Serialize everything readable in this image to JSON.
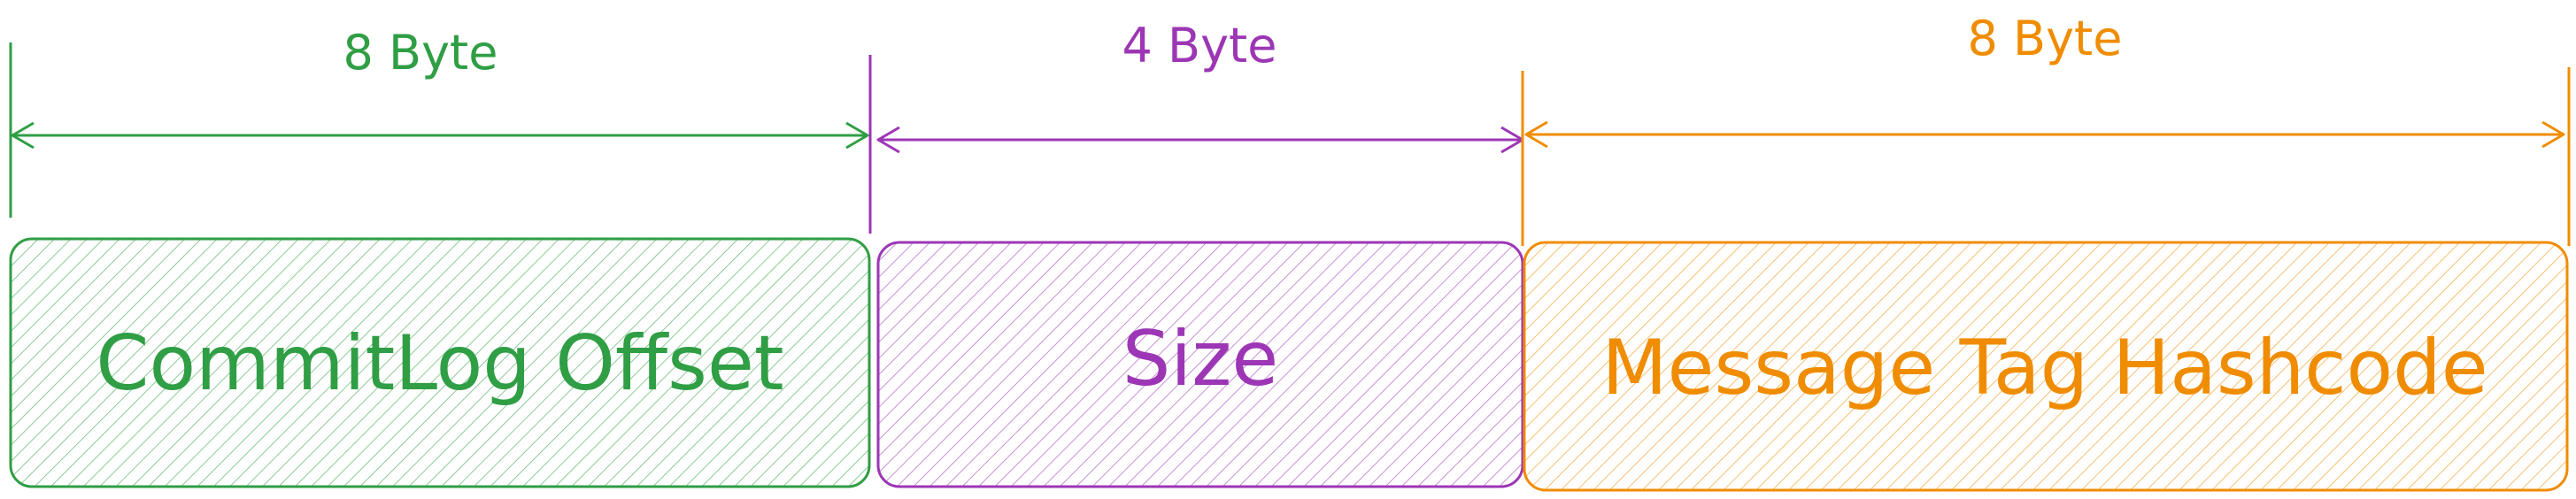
{
  "fields": [
    {
      "name": "CommitLog Offset",
      "size_label": "8 Byte",
      "bytes": 8,
      "color": "#2f9e44",
      "fill": "#b2f2bb"
    },
    {
      "name": "Size",
      "size_label": "4 Byte",
      "bytes": 4,
      "color": "#9c36b5",
      "fill": "#eebefa"
    },
    {
      "name": "Message Tag Hashcode",
      "size_label": "8 Byte",
      "bytes": 8,
      "color": "#f08c00",
      "fill": "#ffd8a8"
    }
  ]
}
